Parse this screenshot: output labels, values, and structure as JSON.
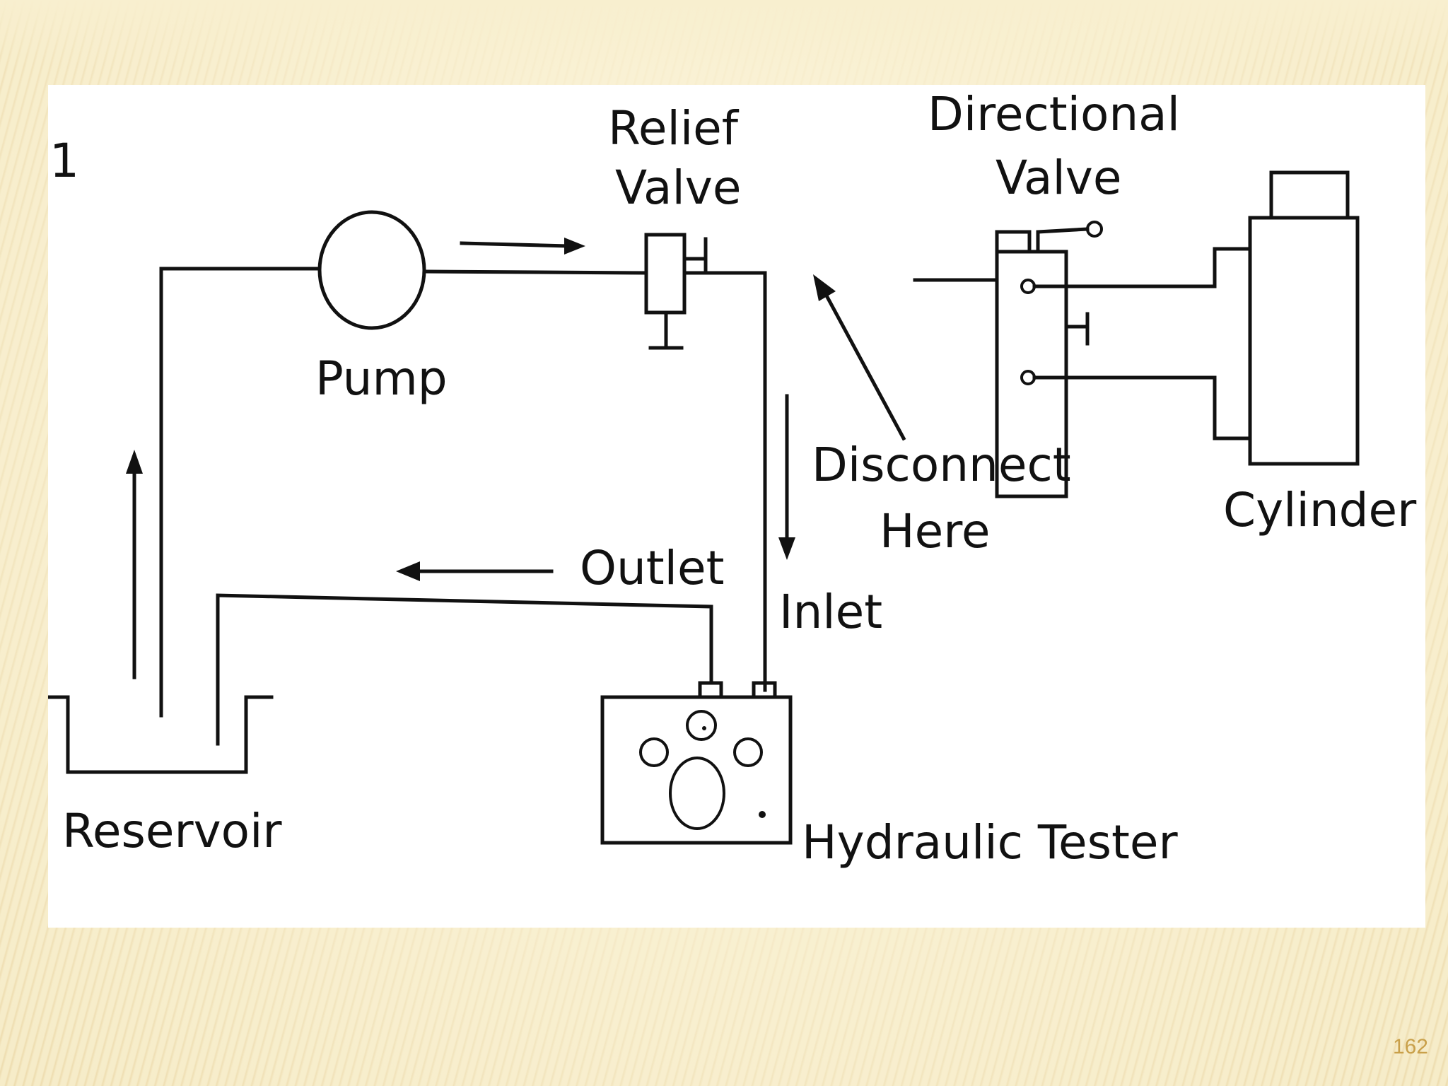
{
  "figure": {
    "number": "1",
    "labels": {
      "relief_valve_line1": "Relief",
      "relief_valve_line2": "Valve",
      "directional_valve_line1": "Directional",
      "directional_valve_line2": "Valve",
      "pump": "Pump",
      "disconnect_line1": "Disconnect",
      "disconnect_line2": "Here",
      "cylinder": "Cylinder",
      "outlet": "Outlet",
      "inlet": "Inlet",
      "reservoir": "Reservoir",
      "hydraulic_tester": "Hydraulic Tester"
    }
  },
  "slide": {
    "page_number": "162"
  },
  "colors": {
    "background": "#f6ecc8",
    "line": "#111111",
    "page_number": "#c9a04a"
  }
}
